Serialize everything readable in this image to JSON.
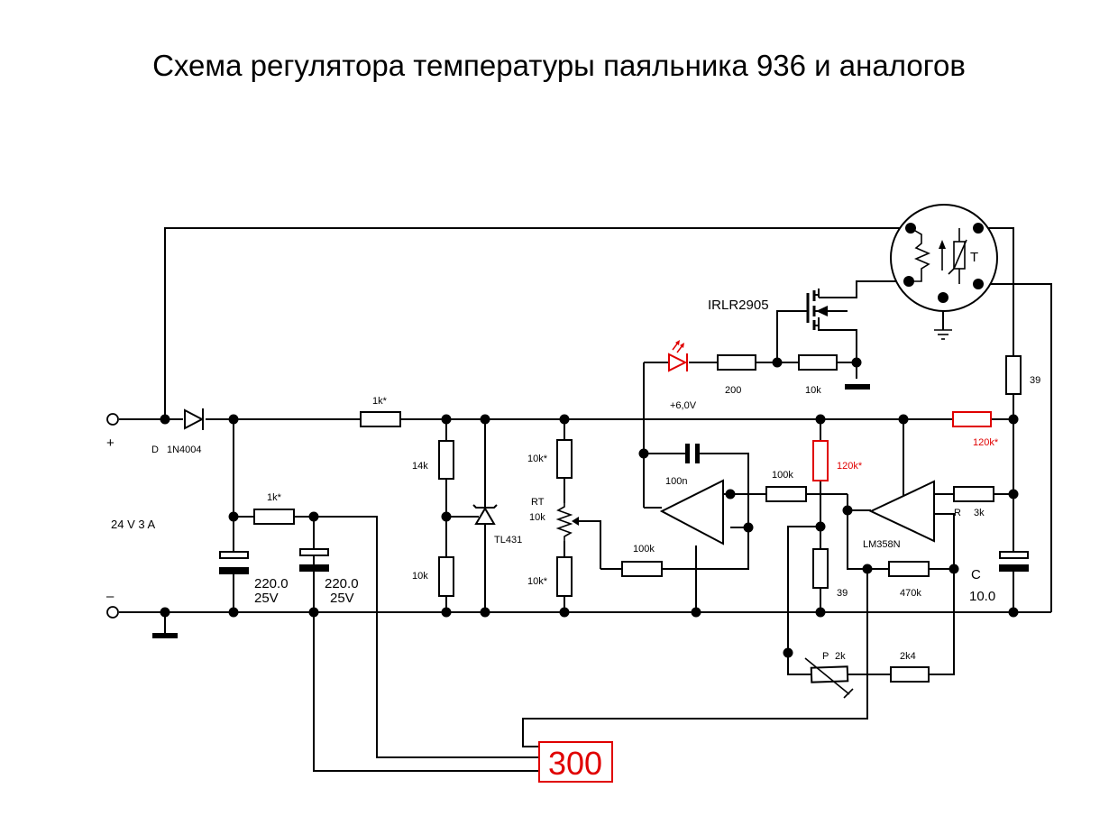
{
  "title": "Схема регулятора температуры паяльника 936 и аналогов",
  "power_input": {
    "plus": "+",
    "minus": "–",
    "spec": "24 V 3 A"
  },
  "diode": {
    "ref": "D",
    "part": "1N4004"
  },
  "mosfet": "IRLR2905",
  "shunt_regulator": "TL431",
  "opamp": "LM358N",
  "rail_label": "+6,0V",
  "display_value": "300",
  "resistors": {
    "r_series_top": "1k*",
    "r_series_mid": "1k*",
    "r_div_top": "14k",
    "r_div_bottom": "10k",
    "r_pot_top": "10k*",
    "r_pot_bottom": "10k*",
    "r_opamp_in": "100k",
    "r_feedback": "100k",
    "r_led": "200",
    "r_gate": "10k",
    "r_heater": "39",
    "r_red_bias": "120k*",
    "r_red_heater": "120k*",
    "r_bias_low": "39",
    "r_comp_fb": "470k",
    "r_comp_in_ref": "R",
    "r_comp_in": "3k",
    "r_trim_series": "2k4"
  },
  "trimmer": {
    "ref": "P",
    "value": "2k"
  },
  "potentiometer": {
    "ref": "RT",
    "value": "10k"
  },
  "capacitors": {
    "c1_value": "220.0",
    "c1_voltage": "25V",
    "c2_value": "220.0",
    "c2_voltage": "25V",
    "c_integr": "100n",
    "c_out_ref": "C",
    "c_out_value": "10.0"
  },
  "handpiece_thermistor_mark": "T",
  "colors": {
    "wire": "#000000",
    "highlight": "#e00000",
    "background": "#ffffff"
  }
}
